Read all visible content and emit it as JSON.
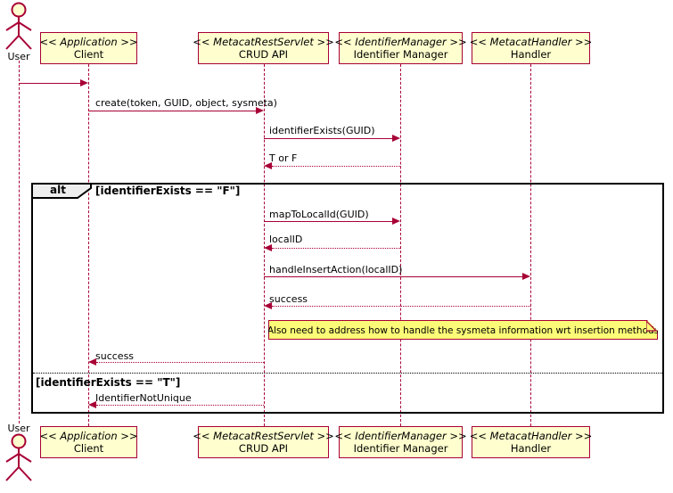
{
  "diagram": {
    "actor": {
      "label": "User"
    },
    "participants": [
      {
        "stereotype": "<< Application >>",
        "name": "Client"
      },
      {
        "stereotype": "<< MetacatRestServlet >>",
        "name": "CRUD API"
      },
      {
        "stereotype": "<< IdentifierManager >>",
        "name": "Identifier Manager"
      },
      {
        "stereotype": "<< MetacatHandler >>",
        "name": "Handler"
      }
    ],
    "messages": [
      {
        "from": "User",
        "to": "Client",
        "label": "",
        "style": "solid"
      },
      {
        "from": "Client",
        "to": "CRUD API",
        "label": "create(token, GUID, object, sysmeta)",
        "style": "solid"
      },
      {
        "from": "CRUD API",
        "to": "Identifier Manager",
        "label": "identifierExists(GUID)",
        "style": "solid"
      },
      {
        "from": "Identifier Manager",
        "to": "CRUD API",
        "label": "T or F",
        "style": "return"
      },
      {
        "from": "CRUD API",
        "to": "Identifier Manager",
        "label": "mapToLocalId(GUID)",
        "style": "solid"
      },
      {
        "from": "Identifier Manager",
        "to": "CRUD API",
        "label": "localID",
        "style": "return"
      },
      {
        "from": "CRUD API",
        "to": "Handler",
        "label": "handleInsertAction(localID)",
        "style": "solid"
      },
      {
        "from": "Handler",
        "to": "CRUD API",
        "label": "success",
        "style": "return"
      },
      {
        "from": "CRUD API",
        "to": "Client",
        "label": "success",
        "style": "return"
      },
      {
        "from": "CRUD API",
        "to": "Client",
        "label": "IdentifierNotUnique",
        "style": "return"
      }
    ],
    "alt": {
      "operator": "alt",
      "condition_true": "[identifierExists == \"F\"]",
      "condition_else": "[identifierExists == \"T\"]"
    },
    "note": {
      "text": "\"Also need to address how to handle the sysmeta information wrt insertion methods\""
    },
    "colors": {
      "participant_fill": "#FEFECE",
      "participant_border": "#A80036",
      "line": "#A80036",
      "note_fill": "#FBFB77",
      "frame_border": "#000000",
      "alt_tab_fill": "#EEEEEE"
    }
  }
}
